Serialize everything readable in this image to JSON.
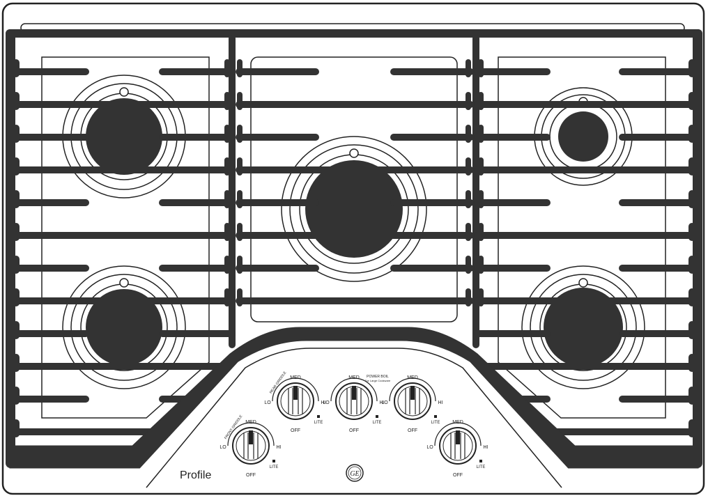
{
  "brand": {
    "series_name": "Profile",
    "logo_text": "GE"
  },
  "colors": {
    "grate": "#333333",
    "burner_cap": "#333333",
    "outline": "#222222",
    "surface": "#ffffff"
  },
  "burners": [
    {
      "name": "left-rear-burner"
    },
    {
      "name": "left-front-burner"
    },
    {
      "name": "center-power-boil-burner"
    },
    {
      "name": "right-rear-burner"
    },
    {
      "name": "right-front-burner"
    }
  ],
  "knobs": [
    {
      "id": "front-griddle",
      "title": "FRONT GRIDDLE",
      "med": "MED",
      "lo": "LO",
      "hi": "HI",
      "off": "OFF",
      "lite": "LITE"
    },
    {
      "id": "rear-griddle",
      "title": "REAR GRIDDLE",
      "med": "MED",
      "lo": "LO",
      "hi": "HI",
      "off": "OFF",
      "lite": "LITE"
    },
    {
      "id": "power-boil",
      "title": "POWER BOIL",
      "subtitle": "For Large Cookware",
      "med": "MED",
      "lo": "LO",
      "hi": "HI",
      "off": "OFF",
      "lite": "LITE"
    },
    {
      "id": "right-rear",
      "title": "",
      "med": "MED",
      "lo": "LO",
      "hi": "HI",
      "off": "OFF",
      "lite": "LITE"
    },
    {
      "id": "right-front",
      "title": "",
      "med": "MED",
      "lo": "LO",
      "hi": "HI",
      "off": "OFF",
      "lite": "LITE"
    }
  ]
}
